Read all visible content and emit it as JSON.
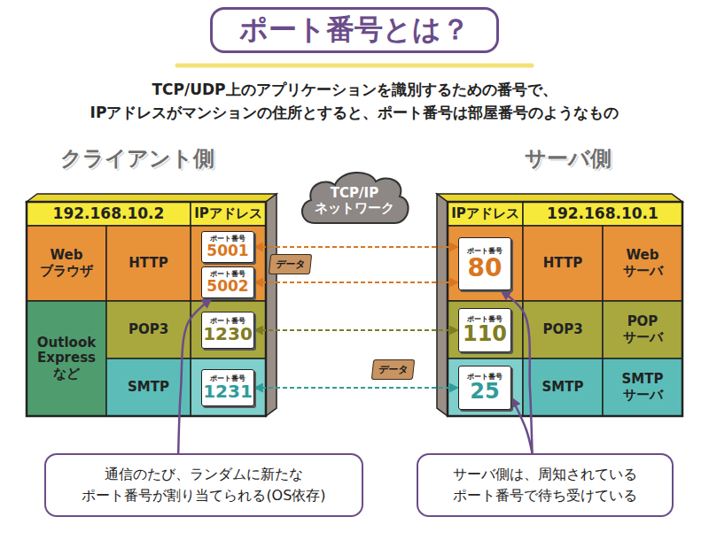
{
  "diagram": {
    "title": "ポート番号とは？",
    "caption": "TCP/UDP上のアプリケーションを識別するための番号で、 IPアドレスがマンションの住所とすると、ポート番号は部屋番号のようなもの",
    "nodes": [
      {
        "text": [
          "192.168.10.2",
          "IPアドレス"
        ]
      },
      {
        "text": [
          "Web ブラウザ"
        ],
        "in": 0
      },
      {
        "text": [
          "HTTP"
        ],
        "in": 0
      },
      {
        "text": [
          "ポート番号",
          "5001"
        ],
        "in": 0
      },
      {
        "text": [
          "ポート番号",
          "5002"
        ],
        "in": 0
      },
      {
        "text": [
          "Outlook Express など"
        ],
        "in": 0
      },
      {
        "text": [
          "POP3"
        ],
        "in": 0
      },
      {
        "text": [
          "ポート番号",
          "1230"
        ],
        "in": 0
      },
      {
        "text": [
          "SMTP"
        ],
        "in": 0
      },
      {
        "text": [
          "ポート番号",
          "1231"
        ],
        "in": 0
      },
      {
        "text": [
          "TCP/IP ネットワーク"
        ]
      },
      {
        "text": [
          "IPアドレス",
          "192.168.10.1"
        ]
      },
      {
        "text": [
          "ポート番号",
          "80"
        ],
        "in": 11
      },
      {
        "text": [
          "HTTP"
        ],
        "in": 11
      },
      {
        "text": [
          "Web サーバ"
        ],
        "in": 11
      },
      {
        "text": [
          "ポート番号",
          "110"
        ],
        "in": 11
      },
      {
        "text": [
          "POP3"
        ],
        "in": 11
      },
      {
        "text": [
          "POP サーバ"
        ],
        "in": 11
      },
      {
        "text": [
          "ポート番号",
          "25"
        ],
        "in": 11
      },
      {
        "text": [
          "SMTP"
        ],
        "in": 11
      },
      {
        "text": [
          "SMTP サーバ"
        ],
        "in": 11
      },
      {
        "text": [
          "通信のたび、ランダムに新たな ポート番号が割り当てられる(OS依存)"
        ]
      },
      {
        "text": [
          "サーバ側は、周知されている ポート番号で待ち受けている"
        ]
      }
    ],
    "edges": [
      {
        "from": 3,
        "to": 12,
        "arrow": "both"
      },
      {
        "from": 4,
        "to": 12,
        "arrow": "both"
      },
      {
        "from": 7,
        "to": 15,
        "arrow": "both"
      },
      {
        "from": 9,
        "to": 18,
        "arrow": "both"
      },
      {
        "from": 21,
        "to": 4,
        "arrow": "to"
      },
      {
        "from": 22,
        "to": 12,
        "arrow": "to"
      },
      {
        "from": 22,
        "to": 18,
        "arrow": "to"
      }
    ],
    "labels": [
      "クライアント側",
      "サーバ側",
      "データ",
      "データ"
    ]
  }
}
